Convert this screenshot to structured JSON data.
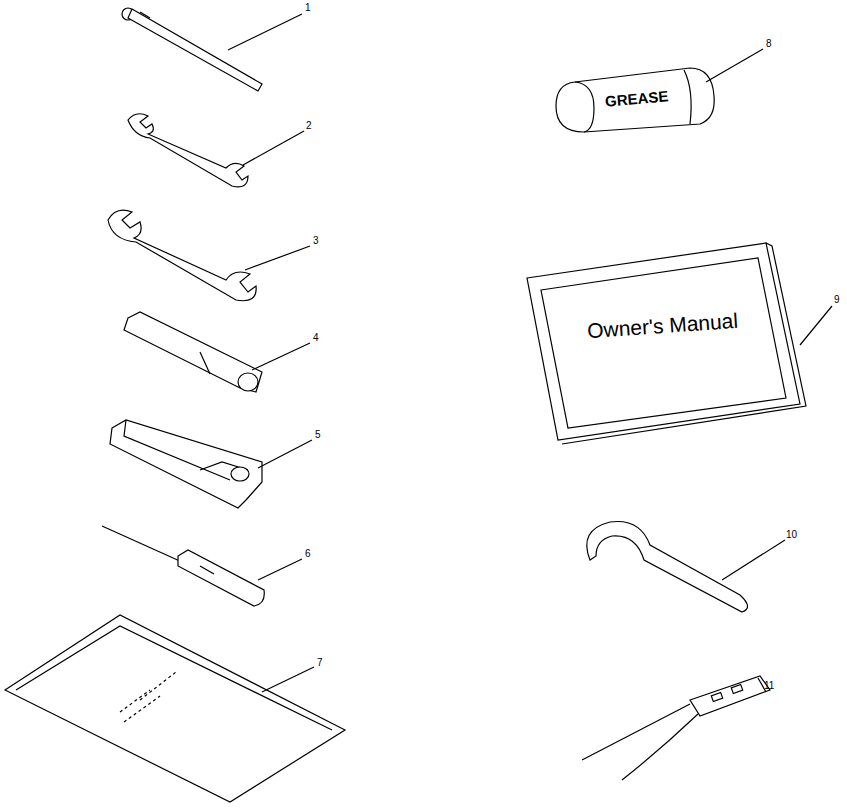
{
  "diagram": {
    "labels": [
      "1",
      "2",
      "3",
      "4",
      "5",
      "6",
      "7",
      "8",
      "9",
      "10",
      "11",
      "GREASE",
      "Owner's Manual"
    ]
  }
}
